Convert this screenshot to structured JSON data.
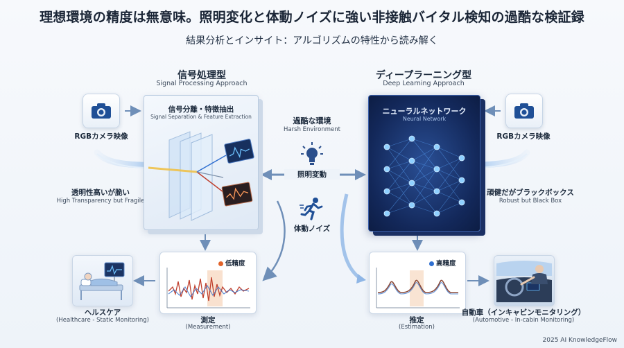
{
  "title": "理想環境の精度は無意味。照明変化と体動ノイズに強い非接触バイタル検知の過酷な検証録",
  "subtitle": "結果分析とインサイト：アルゴリズムの特性から読み解く",
  "left": {
    "heading_jp": "信号処理型",
    "heading_en": "Signal Processing Approach",
    "box_title_jp": "信号分離・特徴抽出",
    "box_title_en": "Signal Separation & Feature Extraction",
    "camera_label": "RGBカメラ映像",
    "trait_jp": "透明性高いが脆い",
    "trait_en": "High Transparency but Fragile",
    "measure_badge": "低精度",
    "measure_jp": "測定",
    "measure_en": "(Measurement)",
    "use_jp": "ヘルスケア",
    "use_en": "(Healthcare - Static Monitoring)"
  },
  "center": {
    "env_jp": "過酷な環境",
    "env_en": "Harsh Environment",
    "light_label": "照明変動",
    "motion_label": "体動ノイズ"
  },
  "right": {
    "heading_jp": "ディープラーニング型",
    "heading_en": "Deep Learning Approach",
    "box_title_jp": "ニューラルネットワーク",
    "box_title_en": "Neural Network",
    "camera_label": "RGBカメラ映像",
    "trait_jp": "頑健だがブラックボックス",
    "trait_en": "Robust but Black Box",
    "estimate_badge": "高精度",
    "estimate_jp": "推定",
    "estimate_en": "(Estimation)",
    "use_jp": "自動車（インキャビンモニタリング）",
    "use_en": "(Automotive - In-cabin Monitoring)"
  },
  "footer": "2025 AI KnowledgeFlow",
  "colors": {
    "arrow": "#6f8fb8",
    "low_badge": "#e2632a",
    "high_badge": "#2f6fd0",
    "nn_node": "#6fb7ff",
    "signal_red": "#c0402e",
    "signal_blue": "#2b6cc9"
  },
  "icons": [
    "camera-icon",
    "lightbulb-icon",
    "running-person-icon",
    "hospital-bed-icon",
    "car-dashboard-icon"
  ]
}
